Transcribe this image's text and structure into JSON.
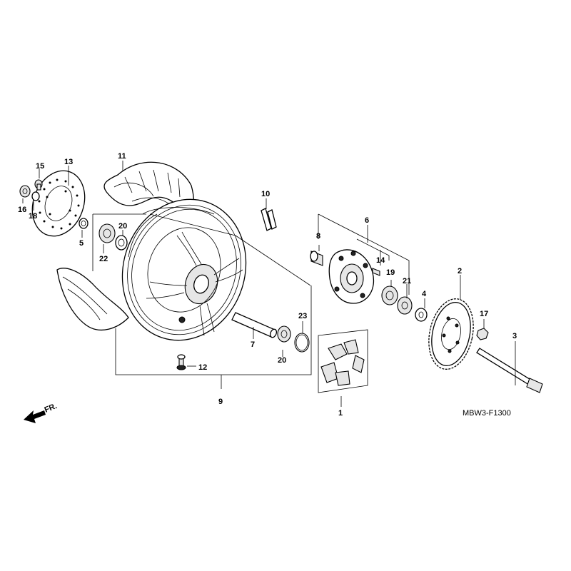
{
  "callouts": [
    {
      "id": "c1",
      "label": "1"
    },
    {
      "id": "c2",
      "label": "2"
    },
    {
      "id": "c3",
      "label": "3"
    },
    {
      "id": "c4",
      "label": "4"
    },
    {
      "id": "c5",
      "label": "5"
    },
    {
      "id": "c6",
      "label": "6"
    },
    {
      "id": "c7",
      "label": "7"
    },
    {
      "id": "c8",
      "label": "8"
    },
    {
      "id": "c9",
      "label": "9"
    },
    {
      "id": "c10",
      "label": "10"
    },
    {
      "id": "c11",
      "label": "11"
    },
    {
      "id": "c12",
      "label": "12"
    },
    {
      "id": "c13",
      "label": "13"
    },
    {
      "id": "c14",
      "label": "14"
    },
    {
      "id": "c15",
      "label": "15"
    },
    {
      "id": "c16",
      "label": "16"
    },
    {
      "id": "c17",
      "label": "17"
    },
    {
      "id": "c18",
      "label": "18"
    },
    {
      "id": "c19",
      "label": "19"
    },
    {
      "id": "c20a",
      "label": "20"
    },
    {
      "id": "c20b",
      "label": "20"
    },
    {
      "id": "c21",
      "label": "21"
    },
    {
      "id": "c22",
      "label": "22"
    },
    {
      "id": "c23",
      "label": "23"
    }
  ],
  "diagram_code": "MBW3-F1300",
  "front_marker": "FR."
}
